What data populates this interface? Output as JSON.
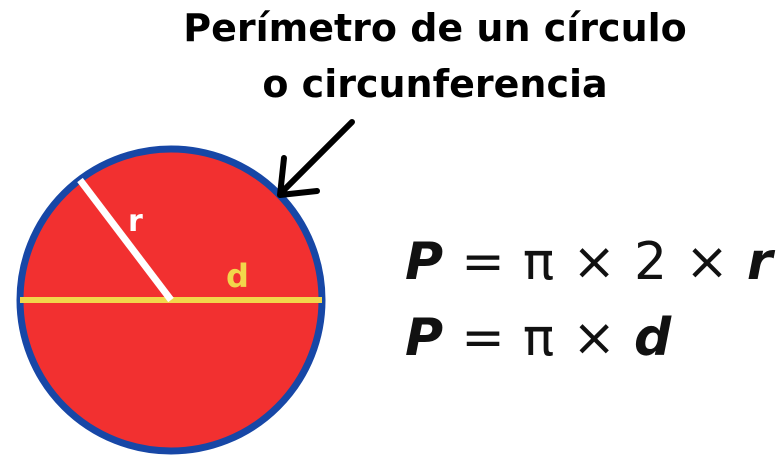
{
  "title": {
    "line1": "Perímetro de un círculo",
    "line2": "o circunferencia"
  },
  "diagram": {
    "radius_label": "r",
    "diameter_label": "d",
    "colors": {
      "circle_fill": "#f23030",
      "circle_border": "#1747a6",
      "radius_line": "#ffffff",
      "diameter_line": "#f2d64b",
      "arrow": "#000000"
    }
  },
  "formulas": {
    "f1": {
      "lhs": "P",
      "eq": "=",
      "pi": "π",
      "times1": "×",
      "two": "2",
      "times2": "×",
      "r": "r"
    },
    "f2": {
      "lhs": "P",
      "eq": "=",
      "pi": "π",
      "times": "×",
      "d": "d"
    }
  }
}
